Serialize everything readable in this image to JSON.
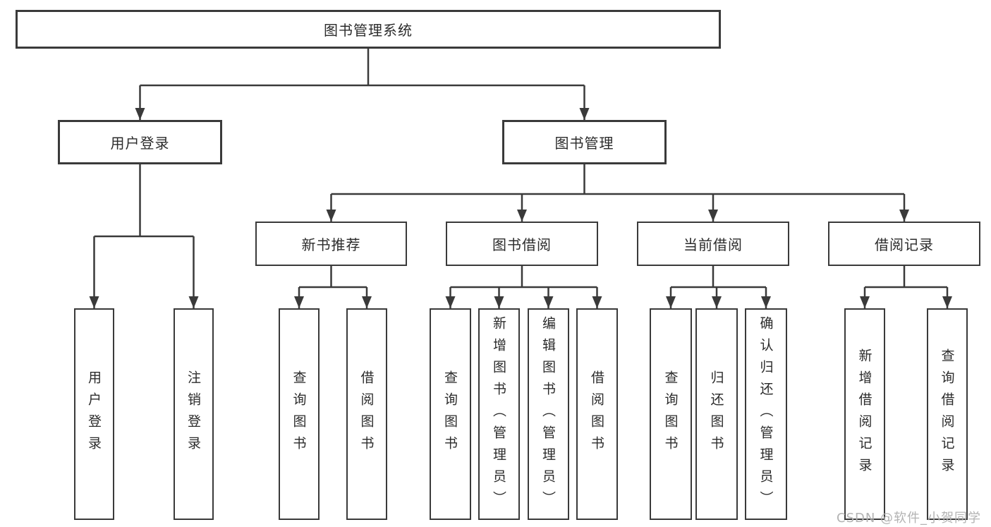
{
  "title": "图书管理系统",
  "watermark": "CSDN @软件_小贺同学",
  "colors": {
    "line": "#3a3a3a",
    "box_border": "#3a3a3a",
    "box_fill": "#ffffff",
    "text": "#2b2b2b",
    "watermark": "#b3b3b3"
  },
  "tree": {
    "label": "图书管理系统",
    "children": [
      {
        "label": "用户登录",
        "children": [
          {
            "label": "用户登录"
          },
          {
            "label": "注销登录"
          }
        ]
      },
      {
        "label": "图书管理",
        "children": [
          {
            "label": "新书推荐",
            "children": [
              {
                "label": "查询图书"
              },
              {
                "label": "借阅图书"
              }
            ]
          },
          {
            "label": "图书借阅",
            "children": [
              {
                "label": "查询图书"
              },
              {
                "label": "新增图书（管理员）"
              },
              {
                "label": "编辑图书（管理员）"
              },
              {
                "label": "借阅图书"
              }
            ]
          },
          {
            "label": "当前借阅",
            "children": [
              {
                "label": "查询图书"
              },
              {
                "label": "归还图书"
              },
              {
                "label": "确认归还（管理员）"
              }
            ]
          },
          {
            "label": "借阅记录",
            "children": [
              {
                "label": "新增借阅记录"
              },
              {
                "label": "查询借阅记录"
              }
            ]
          }
        ]
      }
    ]
  }
}
